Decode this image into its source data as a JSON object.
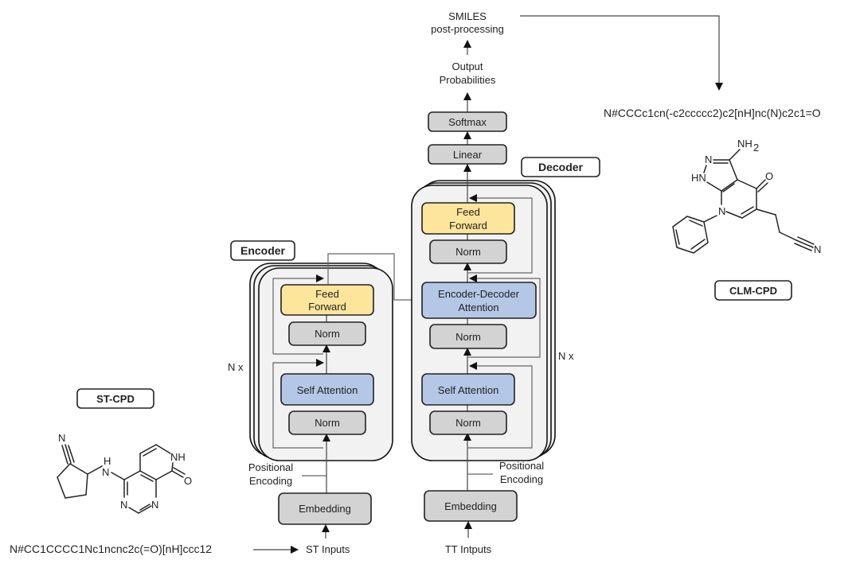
{
  "output": {
    "smiles_post_processing": [
      "SMILES",
      "post-processing"
    ],
    "output_probabilities": [
      "Output",
      "Probabilities"
    ],
    "softmax": "Softmax",
    "linear": "Linear"
  },
  "encoder": {
    "title": "Encoder",
    "repeat_label": "N x",
    "feed_forward": [
      "Feed",
      "Forward"
    ],
    "norm_top": "Norm",
    "self_attention": "Self Attention",
    "norm_bottom": "Norm",
    "positional_encoding": [
      "Positional",
      "Encoding"
    ],
    "embedding": "Embedding",
    "inputs_label": "ST Inputs"
  },
  "decoder": {
    "title": "Decoder",
    "repeat_label": "N x",
    "feed_forward": [
      "Feed",
      "Forward"
    ],
    "norm_top": "Norm",
    "enc_dec_attention": [
      "Encoder-Decoder",
      "Attention"
    ],
    "norm_mid": "Norm",
    "self_attention": "Self Attention",
    "norm_bottom": "Norm",
    "positional_encoding": [
      "Positional",
      "Encoding"
    ],
    "embedding": "Embedding",
    "inputs_label": "TT Intputs"
  },
  "source_compound": {
    "label": "ST-CPD",
    "smiles": "N#CC1CCCC1Nc1ncnc2c(=O)[nH]ccc12"
  },
  "generated_compound": {
    "label": "CLM-CPD",
    "smiles": "N#CCCc1cn(-c2ccccc2)c2[nH]nc(N)c2c1=O"
  },
  "atoms": {
    "N": "N",
    "NH": "NH",
    "HN": "HN",
    "H": "H",
    "O": "O",
    "NH2_main": "NH",
    "NH2_sub": "2"
  },
  "colors": {
    "gray_block": "#d3d3d3",
    "feed_forward": "#fde59c",
    "attention": "#b4c7e7",
    "stack_fill": "#f2f2f2"
  }
}
